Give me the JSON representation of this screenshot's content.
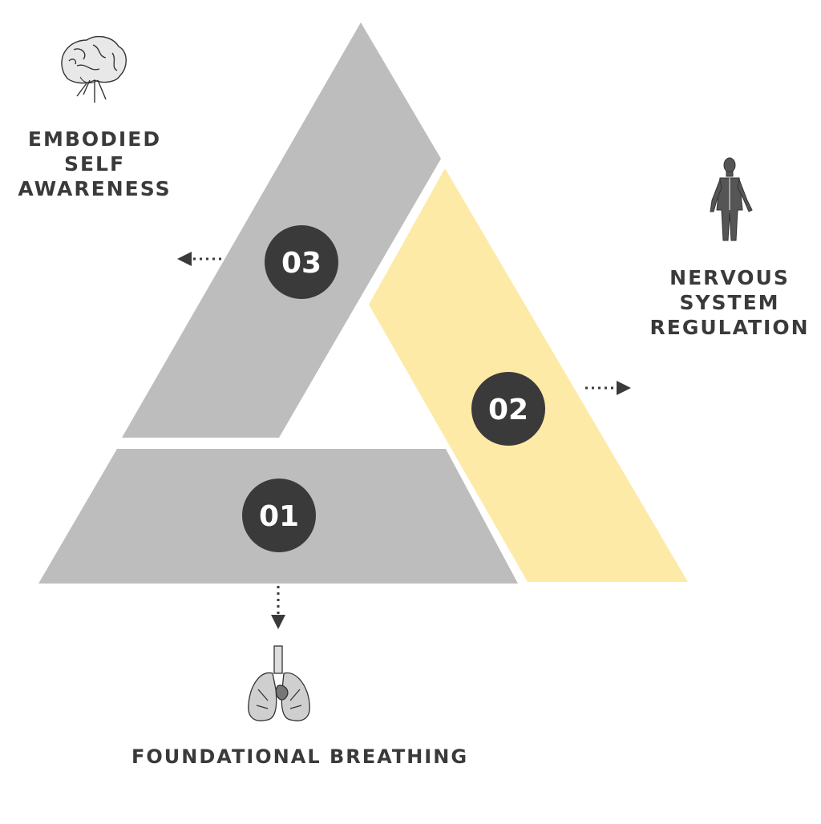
{
  "colors": {
    "grey_segment": "#bdbdbd",
    "yellow_segment": "#fdeaa6",
    "badge": "#3a3a3a",
    "badge_text": "#ffffff",
    "text": "#3a3a3a"
  },
  "segments": [
    {
      "id": "01",
      "number": "01",
      "label": "FOUNDATIONAL BREATHING",
      "icon": "lungs-icon"
    },
    {
      "id": "02",
      "number": "02",
      "label_lines": [
        "NERVOUS",
        "SYSTEM",
        "REGULATION"
      ],
      "icon": "nervous-system-figure-icon"
    },
    {
      "id": "03",
      "number": "03",
      "label_lines": [
        "EMBODIED",
        "SELF",
        "AWARENESS"
      ],
      "icon": "brain-icon"
    }
  ]
}
